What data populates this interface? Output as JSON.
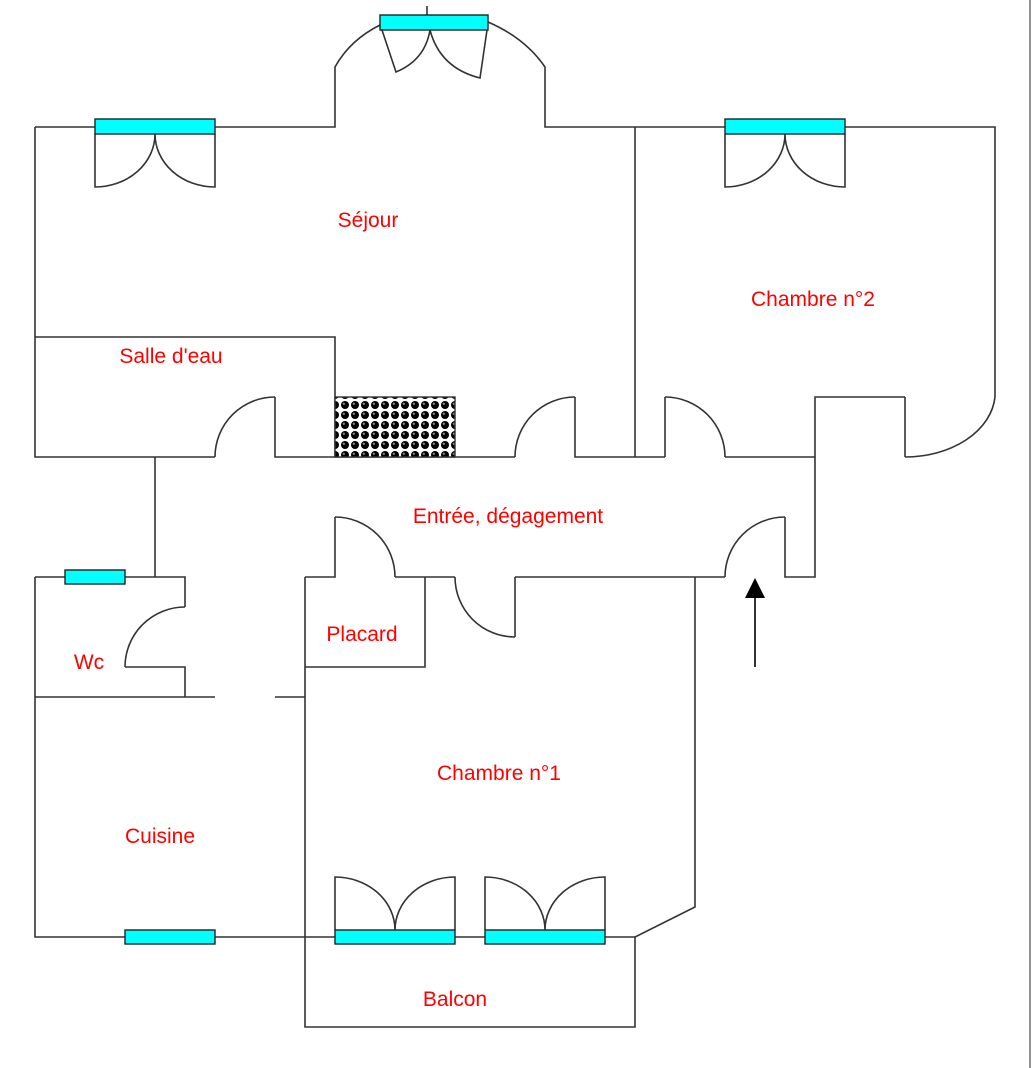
{
  "colors": {
    "label": "#ff0000",
    "window": "#00ffff",
    "wall": "#333333"
  },
  "rooms": {
    "sejour": "Séjour",
    "chambre2": "Chambre n°2",
    "salle_eau": "Salle d'eau",
    "entree": "Entrée, dégagement",
    "placard": "Placard",
    "wc": "Wc",
    "chambre1": "Chambre n°1",
    "cuisine": "Cuisine",
    "balcon": "Balcon"
  },
  "icons": {
    "entrance_arrow": "arrow-up-icon"
  }
}
